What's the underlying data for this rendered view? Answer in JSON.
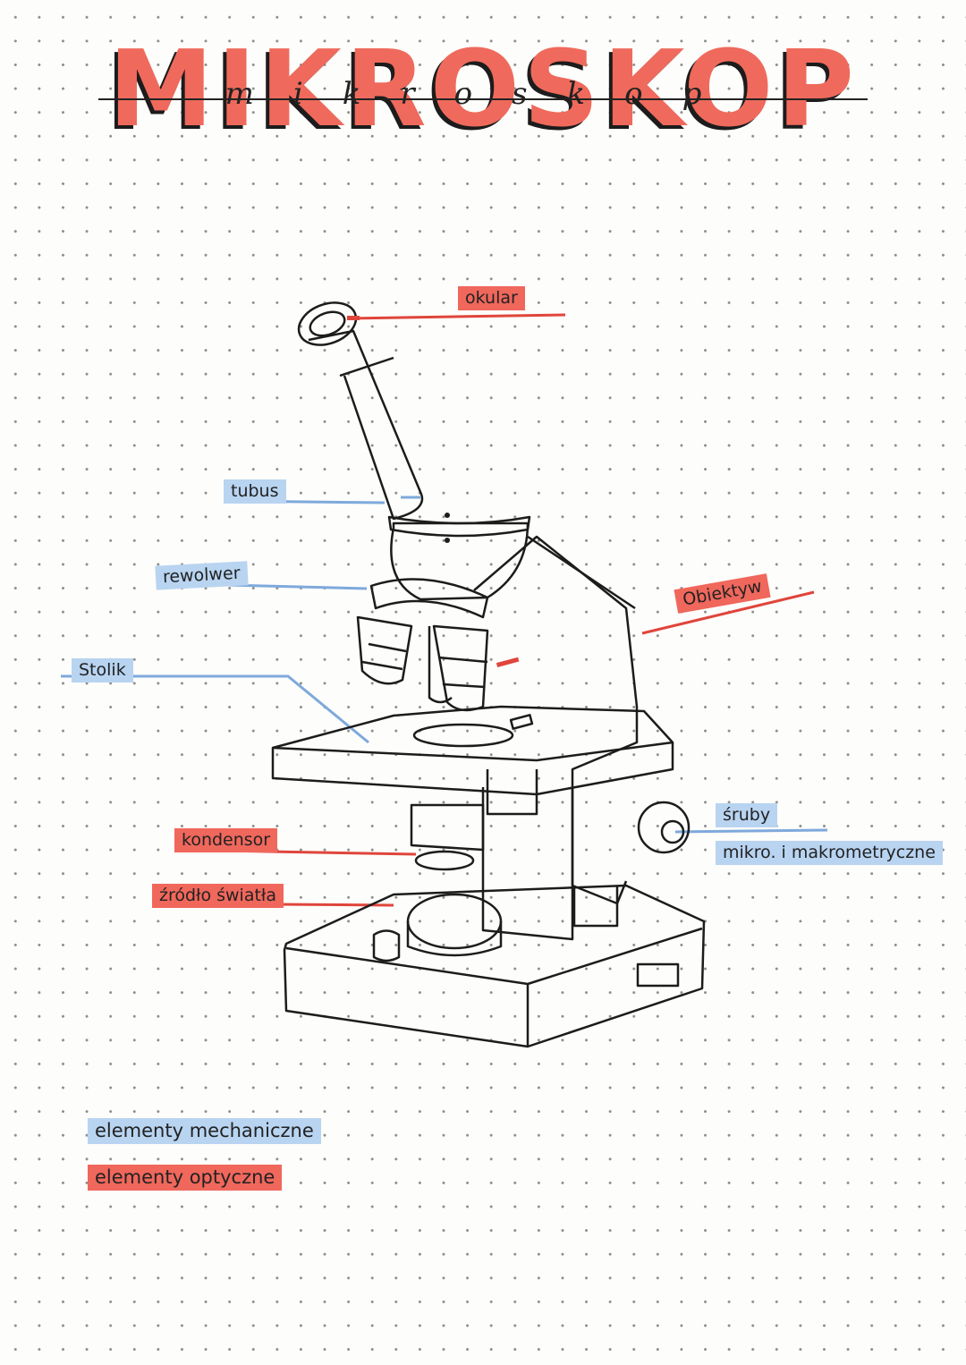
{
  "title": "MIKROSKOP",
  "title_script": "mikroskop",
  "labels": {
    "okular": "okular",
    "tubus": "tubus",
    "rewolwer": "rewolwer",
    "stolik": "Stolik",
    "obiektyw": "Obiektyw",
    "kondensor": "kondensor",
    "zrodlo": "źródło światła",
    "sruby_1": "śruby",
    "sruby_2": "mikro. i makrometryczne"
  },
  "legend": {
    "mechanical": "elementy mechaniczne",
    "optical": "elementy optyczne"
  },
  "colors": {
    "optical": "#f0675c",
    "mechanical": "#b8d4f1",
    "title": "#ef6a5c",
    "ink": "#1c1c1c"
  }
}
